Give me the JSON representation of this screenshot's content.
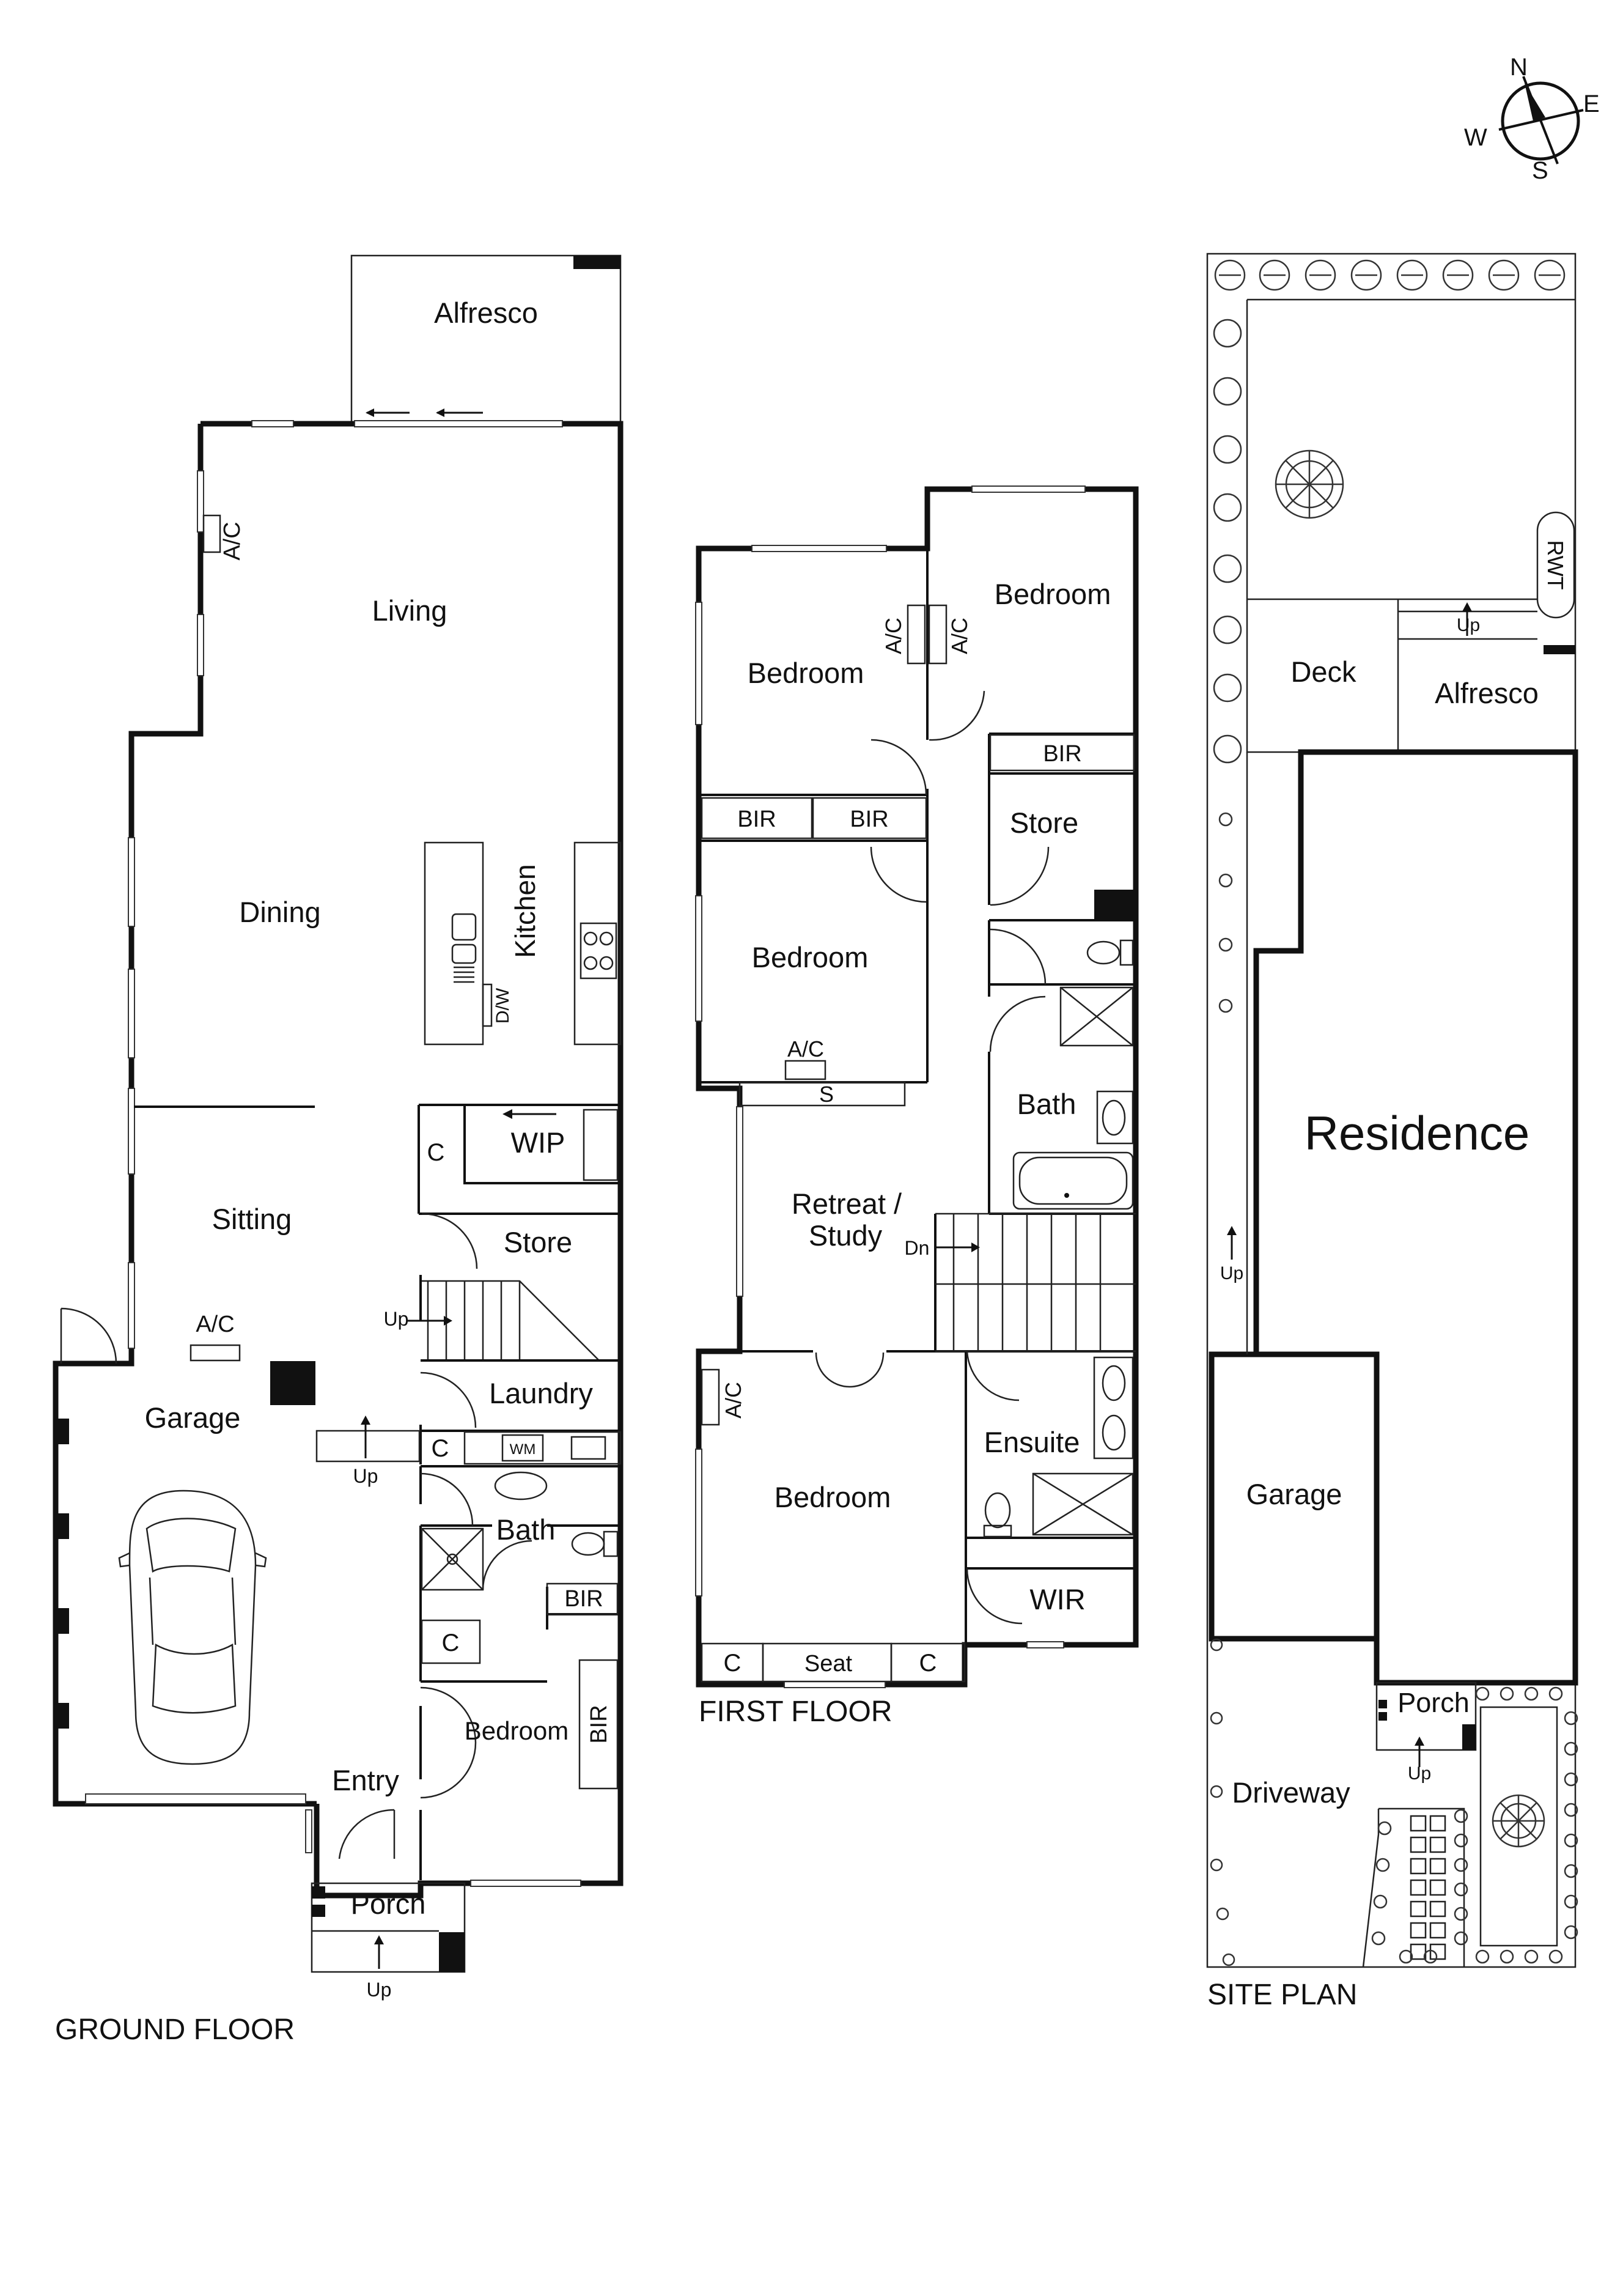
{
  "compass": {
    "n": "N",
    "e": "E",
    "s": "S",
    "w": "W"
  },
  "ground_floor": {
    "title": "GROUND FLOOR",
    "rooms": {
      "alfresco": "Alfresco",
      "living": "Living",
      "dining": "Dining",
      "kitchen": "Kitchen",
      "sitting": "Sitting",
      "wip": "WIP",
      "store": "Store",
      "laundry": "Laundry",
      "garage": "Garage",
      "bath": "Bath",
      "bedroom": "Bedroom",
      "entry": "Entry",
      "porch": "Porch"
    },
    "labels": {
      "ac_living": "A/C",
      "ac_sitting": "A/C",
      "dw": "D/W",
      "c_wip": "C",
      "c_laundry": "C",
      "wm": "WM",
      "bir_bath": "BIR",
      "c_bath": "C",
      "bir_bed": "BIR",
      "up_stairs": "Up",
      "up_garage": "Up",
      "up_porch": "Up"
    }
  },
  "first_floor": {
    "title": "FIRST FLOOR",
    "rooms": {
      "bedroom_nw": "Bedroom",
      "bedroom_ne": "Bedroom",
      "bedroom_mid": "Bedroom",
      "store": "Store",
      "bath": "Bath",
      "retreat_1": "Retreat /",
      "retreat_2": "Study",
      "bedroom_main": "Bedroom",
      "ensuite": "Ensuite",
      "wir": "WIR"
    },
    "labels": {
      "ac_1": "A/C",
      "ac_2": "A/C",
      "ac_3": "A/C",
      "ac_4": "A/C",
      "bir_1": "BIR",
      "bir_2": "BIR",
      "bir_3": "BIR",
      "s": "S",
      "dn": "Dn",
      "c_1": "C",
      "seat": "Seat",
      "c_2": "C"
    }
  },
  "site_plan": {
    "title": "SITE PLAN",
    "labels": {
      "rwt": "RWT",
      "up_deck": "Up",
      "deck": "Deck",
      "alfresco": "Alfresco",
      "residence": "Residence",
      "up_side": "Up",
      "garage": "Garage",
      "porch": "Porch",
      "up_porch": "Up",
      "driveway": "Driveway"
    }
  }
}
